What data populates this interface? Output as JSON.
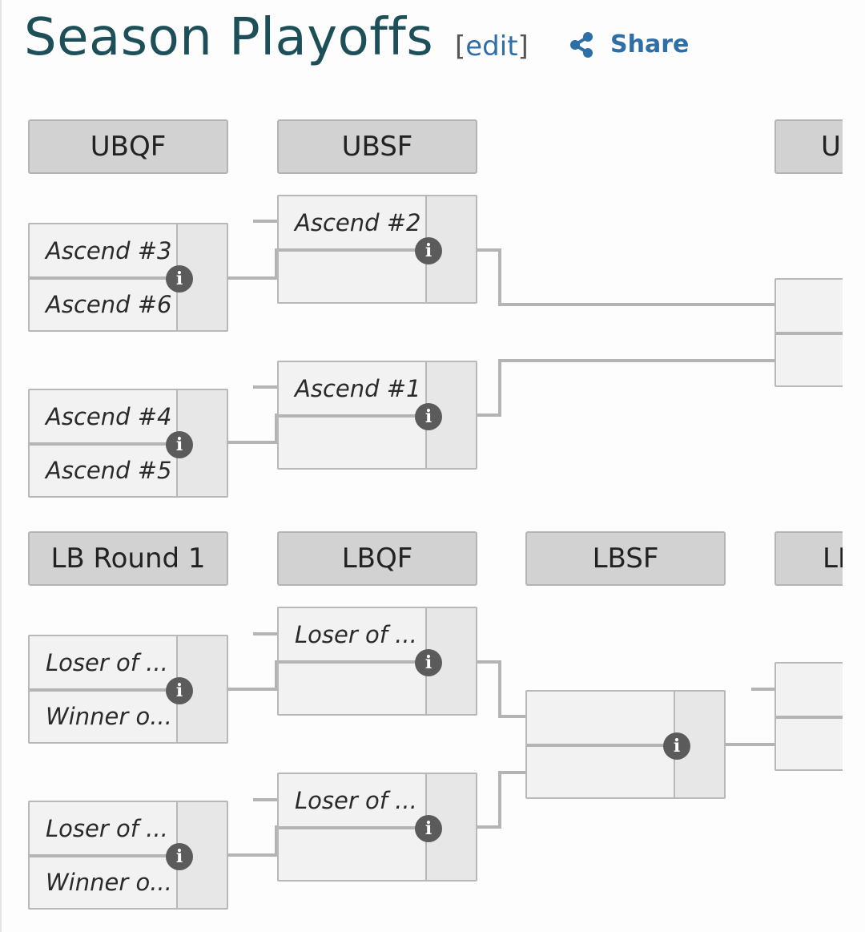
{
  "page": {
    "title": "Season Playoffs",
    "edit_open": "[",
    "edit_label": "edit",
    "edit_close": "]",
    "share_label": "Share"
  },
  "upper_bracket": {
    "headers": [
      "UBQF",
      "UBSF",
      "U"
    ],
    "ubqf": [
      {
        "top": "Ascend #3",
        "bottom": "Ascend #6"
      },
      {
        "top": "Ascend #4",
        "bottom": "Ascend #5"
      }
    ],
    "ubsf": [
      {
        "top": "Ascend #2",
        "bottom": ""
      },
      {
        "top": "Ascend #1",
        "bottom": ""
      }
    ],
    "final": {
      "top": "",
      "bottom": ""
    }
  },
  "lower_bracket": {
    "headers": [
      "LB Round 1",
      "LBQF",
      "LBSF",
      "LI"
    ],
    "round1": [
      {
        "top": "Loser of ...",
        "bottom": "Winner o..."
      },
      {
        "top": "Loser of ...",
        "bottom": "Winner o..."
      }
    ],
    "lbqf": [
      {
        "top": "Loser of ...",
        "bottom": ""
      },
      {
        "top": "Loser of ...",
        "bottom": ""
      }
    ],
    "lbsf": {
      "top": "",
      "bottom": ""
    },
    "next": {
      "top": "",
      "bottom": ""
    }
  },
  "icons": {
    "info": "info-icon",
    "share": "share-icon"
  },
  "colors": {
    "title": "#1c4f57",
    "link": "#2f6fa8",
    "header_bg": "#d2d2d2",
    "match_bg": "#f2f2f2",
    "line": "#b4b4b4",
    "info_bg": "#5b5b5b"
  }
}
